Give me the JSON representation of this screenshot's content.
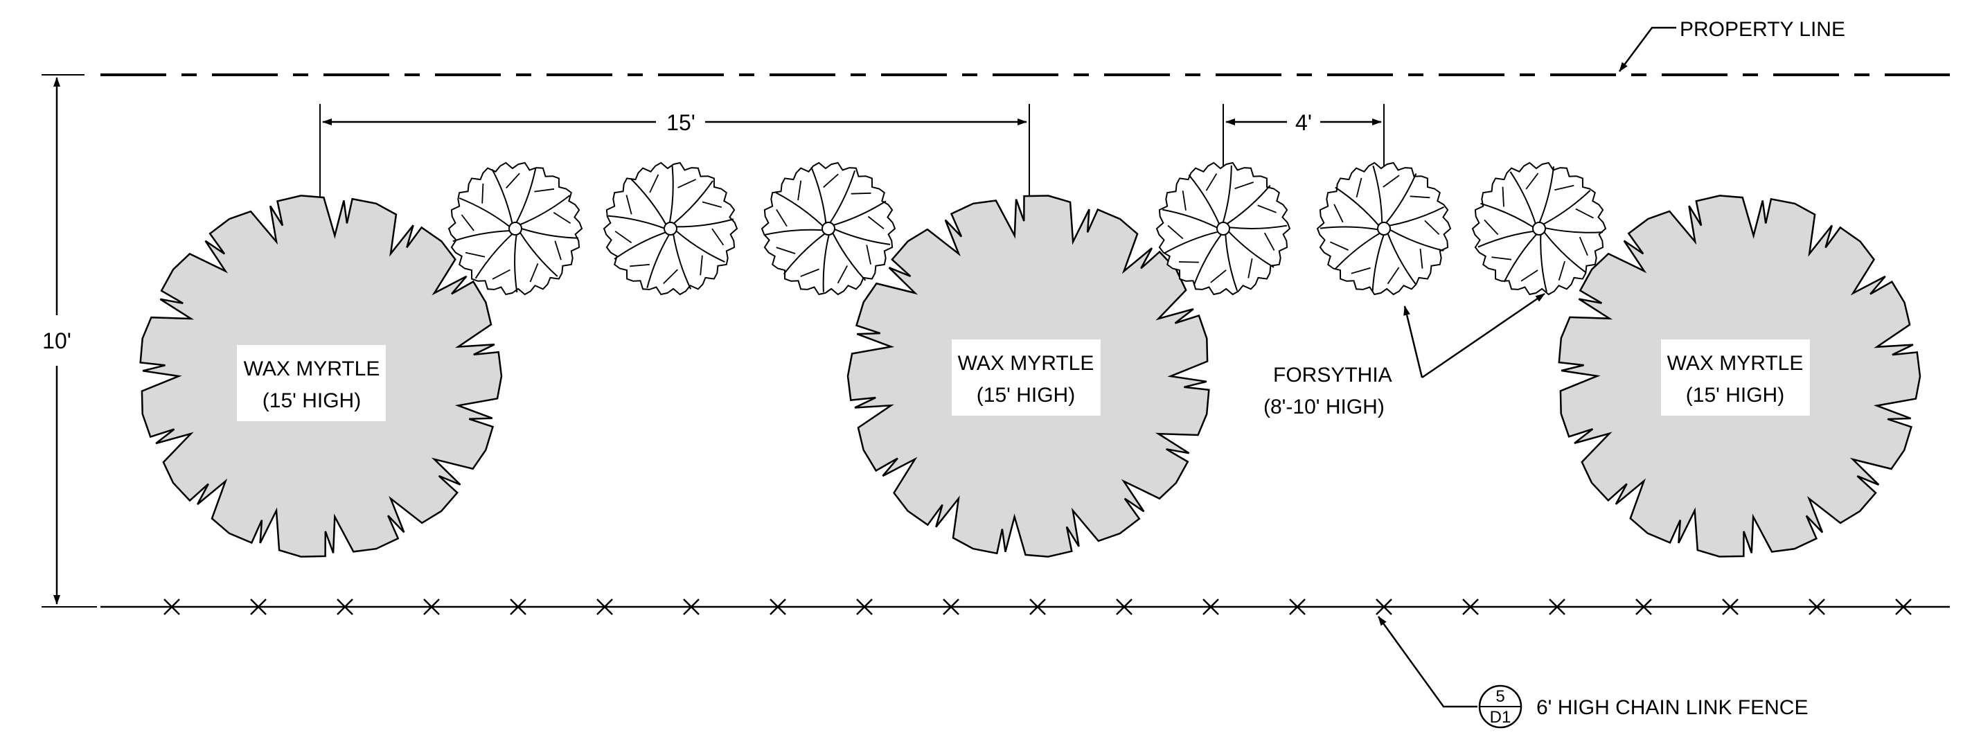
{
  "property_line": {
    "label": "PROPERTY LINE"
  },
  "dimensions": {
    "overall_depth": "10'",
    "myrtle_spacing": "15'",
    "forsythia_spacing": "4'"
  },
  "wax_myrtles": [
    {
      "name": "WAX MYRTLE",
      "height": "(15' HIGH)"
    },
    {
      "name": "WAX MYRTLE",
      "height": "(15' HIGH)"
    },
    {
      "name": "WAX MYRTLE",
      "height": "(15' HIGH)"
    }
  ],
  "forsythia": {
    "name": "FORSYTHIA",
    "height": "(8'-10' HIGH)",
    "count": 6
  },
  "fence": {
    "detail_number": "5",
    "detail_sheet": "D1",
    "label": "6' HIGH CHAIN LINK FENCE"
  },
  "colors": {
    "ink": "#000000",
    "myrtle_fill": "#d9d9d9",
    "paper": "#ffffff"
  }
}
